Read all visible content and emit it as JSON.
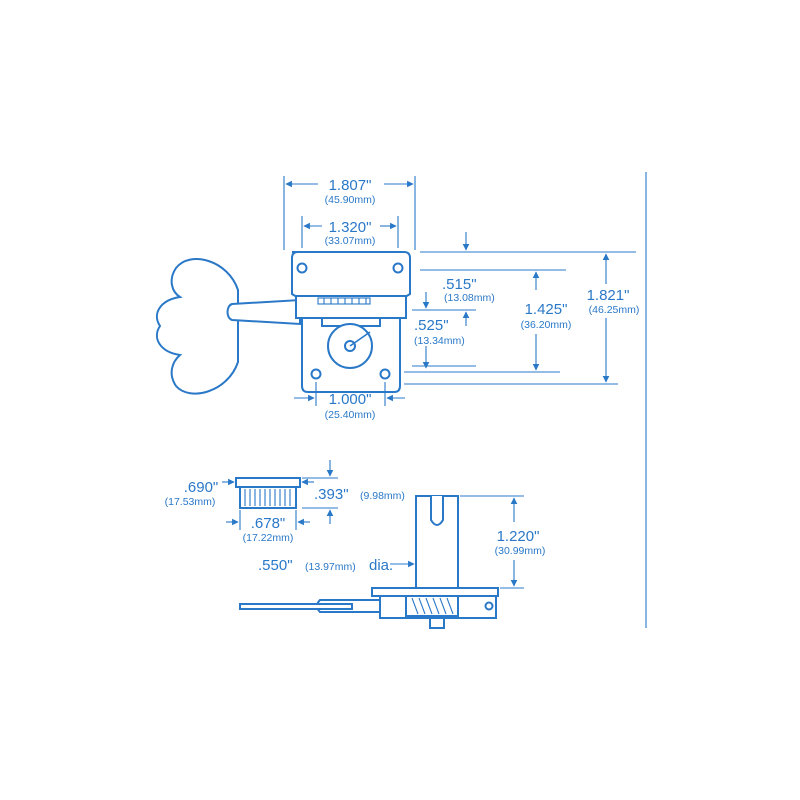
{
  "top_view": {
    "overall_width": {
      "main": "1.807\"",
      "sub": "(45.90mm)"
    },
    "post_spacing": {
      "main": "1.320\"",
      "sub": "(33.07mm)"
    },
    "height_515": {
      "main": ".515\"",
      "sub": "(13.08mm)"
    },
    "height_525": {
      "main": ".525\"",
      "sub": "(13.34mm)"
    },
    "height_1425": {
      "main": "1.425\"",
      "sub": "(36.20mm)"
    },
    "height_1821": {
      "main": "1.821\"",
      "sub": "(46.25mm)"
    },
    "hole_spacing": {
      "main": "1.000\"",
      "sub": "(25.40mm)"
    }
  },
  "bushing": {
    "outer": {
      "main": ".690\"",
      "sub": "(17.53mm)"
    },
    "inner": {
      "main": ".678\"",
      "sub": "(17.22mm)"
    },
    "height": {
      "main": ".393\"",
      "sub": "(9.98mm)"
    }
  },
  "side_view": {
    "post_height": {
      "main": "1.220\"",
      "sub": "(30.99mm)"
    },
    "post_dia": {
      "main": ".550\"",
      "sub": "(13.97mm)",
      "suffix": "dia."
    }
  },
  "colors": {
    "line": "#2a78c8",
    "background": "#ffffff"
  }
}
